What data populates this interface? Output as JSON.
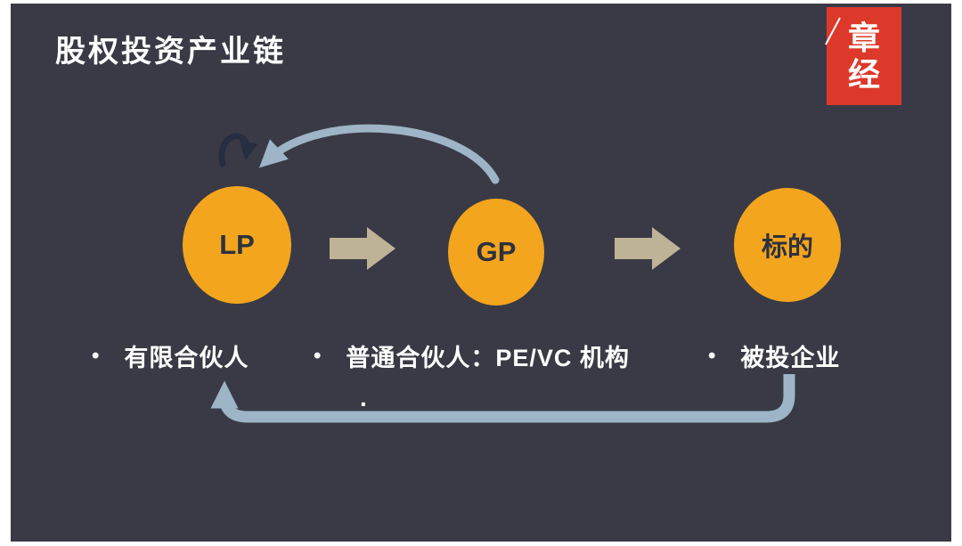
{
  "slide": {
    "title": "股权投资产业链"
  },
  "logo": {
    "line1": "章",
    "line2": "经"
  },
  "colors": {
    "bg": "#3a3a46",
    "orange": "#f3a51d",
    "tan": "#beb297",
    "blue": "#9db5c6",
    "dark-arrow": "#272e42",
    "logo-red": "#dd392b",
    "node-text": "#2e3140"
  },
  "nodes": [
    {
      "label": "LP"
    },
    {
      "label": "GP"
    },
    {
      "label": "标的"
    }
  ],
  "bullets": [
    {
      "marker": "•",
      "label": "有限合伙人"
    },
    {
      "marker": "•",
      "label": "普通合伙人：PE/VC 机构"
    },
    {
      "marker": "•",
      "label": "被投企业"
    }
  ],
  "annotations": {
    "center_dot": "·"
  }
}
